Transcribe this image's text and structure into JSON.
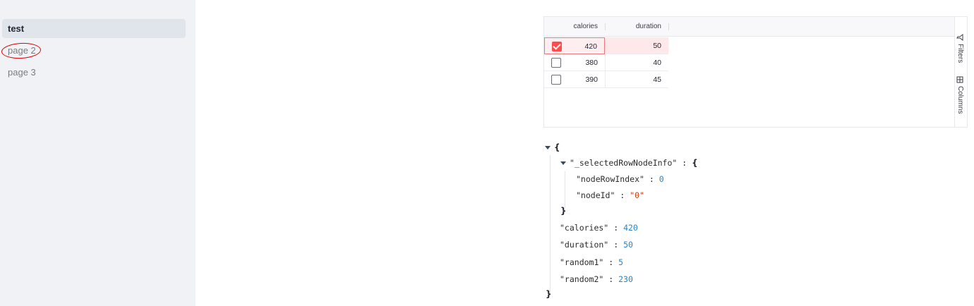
{
  "sidebar": {
    "items": [
      {
        "label": "test",
        "active": true
      },
      {
        "label": "page 2",
        "active": false,
        "annotated": true
      },
      {
        "label": "page 3",
        "active": false
      }
    ]
  },
  "grid": {
    "columns": [
      "calories",
      "duration"
    ],
    "rows": [
      {
        "selected": true,
        "calories": "420",
        "duration": "50"
      },
      {
        "selected": false,
        "calories": "380",
        "duration": "40"
      },
      {
        "selected": false,
        "calories": "390",
        "duration": "45"
      }
    ],
    "side_buttons": {
      "filters": "Filters",
      "columns": "Columns"
    },
    "accent_color": "#ff4b4b"
  },
  "json_viewer": {
    "open_brace": "{",
    "close_brace": "}",
    "selected_node_key": "\"_selectedRowNodeInfo\"",
    "colon": ":",
    "node_row_index_key": "\"nodeRowIndex\"",
    "node_row_index_value": "0",
    "node_id_key": "\"nodeId\"",
    "node_id_value": "\"0\"",
    "calories_key": "\"calories\"",
    "calories_value": "420",
    "duration_key": "\"duration\"",
    "duration_value": "50",
    "random1_key": "\"random1\"",
    "random1_value": "5",
    "random2_key": "\"random2\"",
    "random2_value": "230"
  }
}
